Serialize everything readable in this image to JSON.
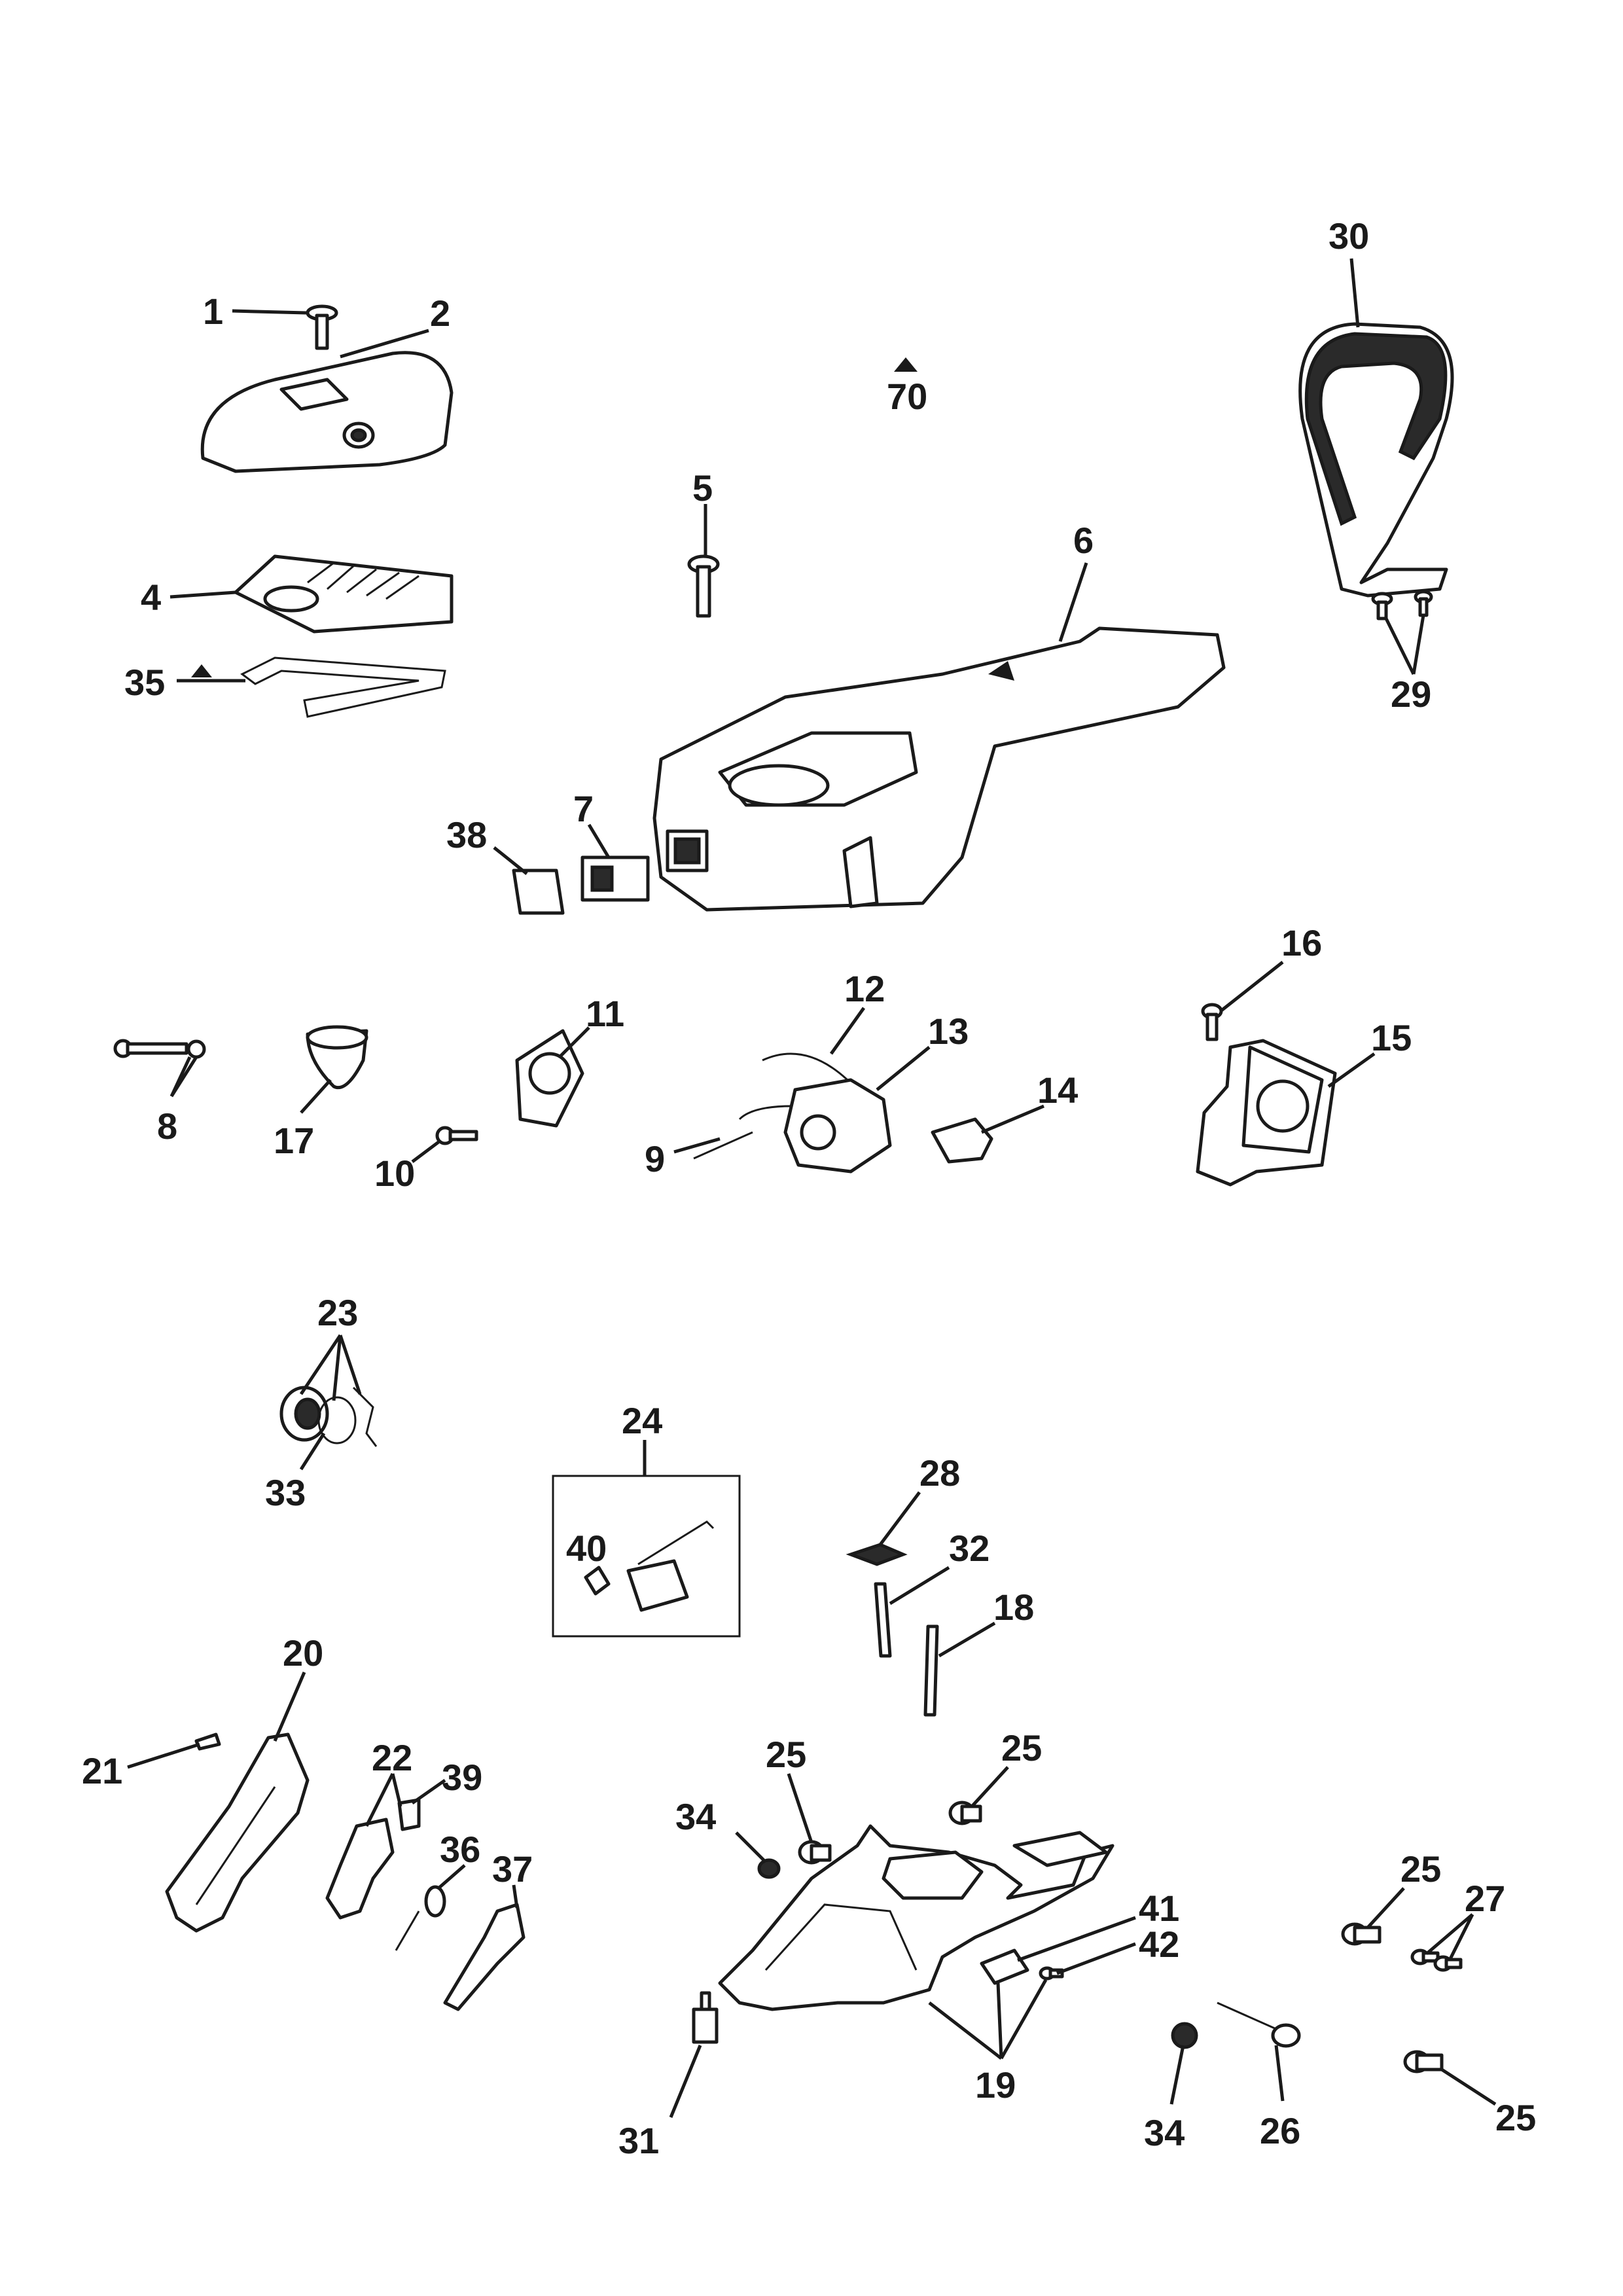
{
  "callouts": {
    "c1": "1",
    "c2": "2",
    "c4": "4",
    "c35": "35",
    "c70": "70",
    "c5": "5",
    "c6": "6",
    "c7": "7",
    "c38": "38",
    "c30": "30",
    "c29": "29",
    "c8": "8",
    "c17": "17",
    "c10": "10",
    "c11": "11",
    "c12": "12",
    "c13": "13",
    "c9": "9",
    "c14": "14",
    "c16": "16",
    "c15": "15",
    "c23": "23",
    "c33": "33",
    "c24": "24",
    "c40": "40",
    "c28": "28",
    "c32": "32",
    "c18": "18",
    "c20": "20",
    "c21": "21",
    "c22": "22",
    "c39": "39",
    "c36": "36",
    "c37": "37",
    "c25a": "25",
    "c25b": "25",
    "c34a": "34",
    "c41": "41",
    "c42": "42",
    "c19": "19",
    "c31": "31",
    "c25c": "25",
    "c27": "27",
    "c34b": "34",
    "c26": "26",
    "c25d": "25"
  },
  "icons": {
    "not-supplied-marker": "triangle-icon"
  }
}
